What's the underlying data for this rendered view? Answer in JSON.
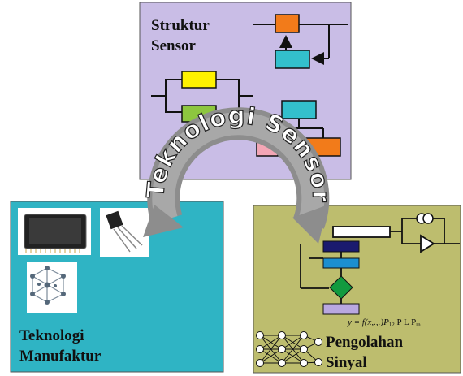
{
  "panels": {
    "structure": {
      "title_line1": "Struktur",
      "title_line2": "Sensor",
      "color": "#c9bde6"
    },
    "manufacturing": {
      "title_line1": "Teknologi",
      "title_line2": "Manufaktur",
      "color": "#2fb4c4"
    },
    "processing": {
      "title_line1": "Pengolahan",
      "title_line2": "Sinyal",
      "color": "#bdbd6e"
    }
  },
  "center": {
    "ring_label": "Teknologi Sensor",
    "ring_color": "#9a9a9a"
  },
  "equation": {
    "main": "y = f(x,.,.)P",
    "sub1": "12",
    "mid": " P L  P",
    "sub2": "m"
  },
  "block_colors": {
    "orange": "#f27b1a",
    "cyan": "#33c0cc",
    "yellow": "#fff200",
    "green": "#8dc63f",
    "pink": "#f3a6b5",
    "navy": "#1a1a6e",
    "blue": "#1c8fd0",
    "diamond": "#129a3f",
    "lavender": "#b9a8e0"
  }
}
